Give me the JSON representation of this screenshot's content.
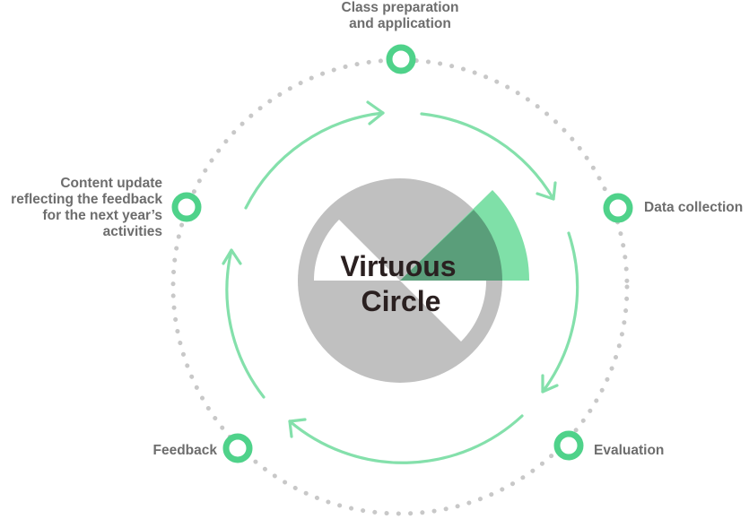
{
  "center": {
    "line1": "Virtuous",
    "line2": "Circle"
  },
  "stages": {
    "class_preparation": "Class preparation\nand application",
    "data_collection": "Data collection",
    "evaluation": "Evaluation",
    "feedback": "Feedback",
    "content_update": "Content update\nreflecting the feedback\nfor the next year’s\nactivities"
  },
  "colors": {
    "accent_green": "#4fd28a",
    "light_green": "#7fe0a8",
    "dark_green": "#5a9e7a",
    "gray": "#c0c0c0",
    "dotted": "#c8c8c8",
    "label_text": "#6d6d6d",
    "title_text": "#2a2020"
  },
  "icons": {
    "stage_marker": "ring-icon",
    "flow_arrow": "arrow-icon"
  }
}
